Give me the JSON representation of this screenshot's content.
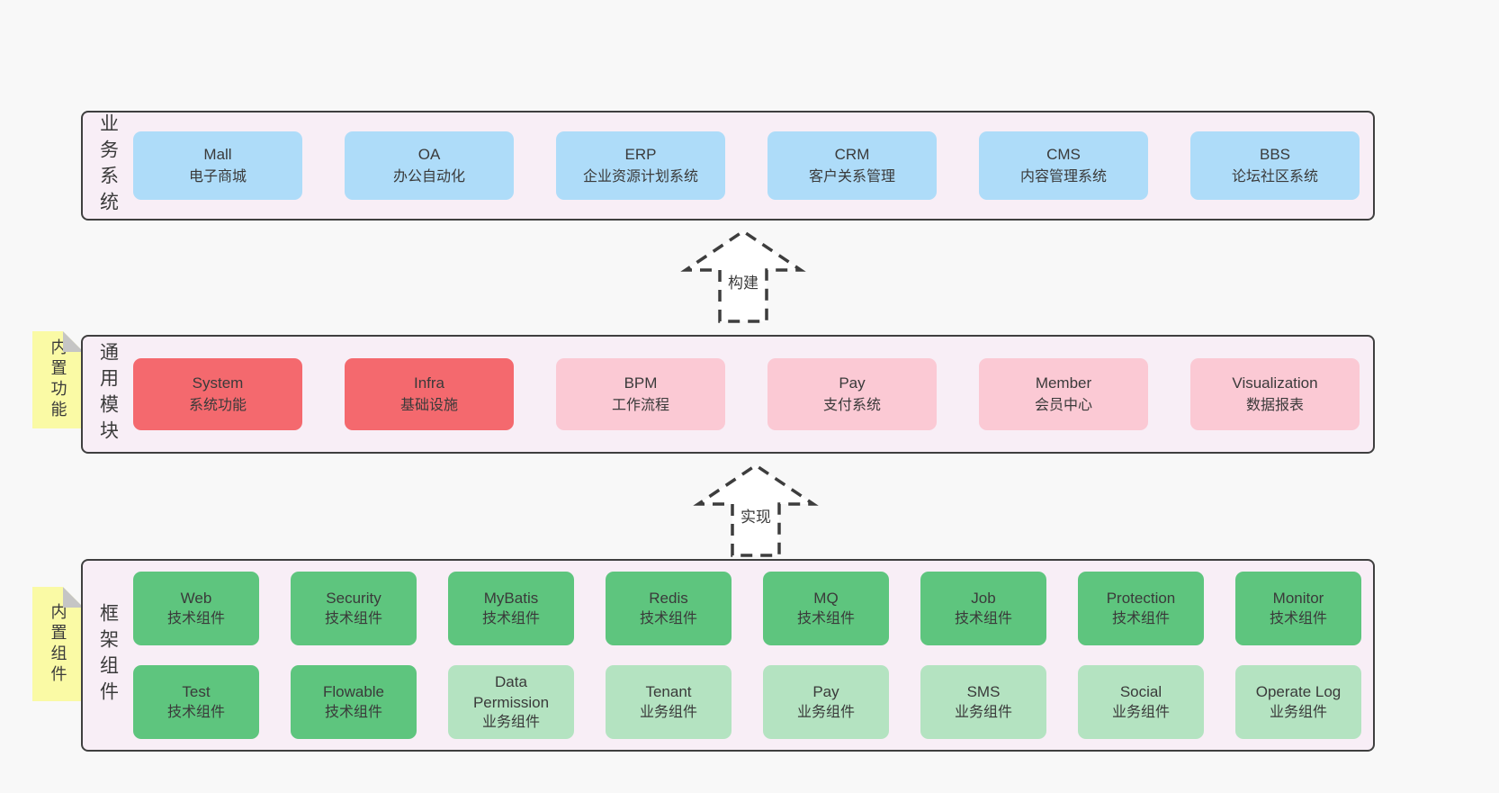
{
  "diagram": {
    "bands": [
      {
        "label": "业务系统",
        "boxes": [
          {
            "title": "Mall",
            "subtitle": "电子商城"
          },
          {
            "title": "OA",
            "subtitle": "办公自动化"
          },
          {
            "title": "ERP",
            "subtitle": "企业资源计划系统"
          },
          {
            "title": "CRM",
            "subtitle": "客户关系管理"
          },
          {
            "title": "CMS",
            "subtitle": "内容管理系统"
          },
          {
            "title": "BBS",
            "subtitle": "论坛社区系统"
          }
        ]
      },
      {
        "label": "通用模块",
        "sticky": "内置功能",
        "boxes": [
          {
            "title": "System",
            "subtitle": "系统功能"
          },
          {
            "title": "Infra",
            "subtitle": "基础设施"
          },
          {
            "title": "BPM",
            "subtitle": "工作流程"
          },
          {
            "title": "Pay",
            "subtitle": "支付系统"
          },
          {
            "title": "Member",
            "subtitle": "会员中心"
          },
          {
            "title": "Visualization",
            "subtitle": "数据报表"
          }
        ]
      },
      {
        "label": "框架组件",
        "sticky": "内置组件",
        "row1": [
          {
            "title": "Web",
            "subtitle": "技术组件"
          },
          {
            "title": "Security",
            "subtitle": "技术组件"
          },
          {
            "title": "MyBatis",
            "subtitle": "技术组件"
          },
          {
            "title": "Redis",
            "subtitle": "技术组件"
          },
          {
            "title": "MQ",
            "subtitle": "技术组件"
          },
          {
            "title": "Job",
            "subtitle": "技术组件"
          },
          {
            "title": "Protection",
            "subtitle": "技术组件"
          },
          {
            "title": "Monitor",
            "subtitle": "技术组件"
          }
        ],
        "row2": [
          {
            "title": "Test",
            "subtitle": "技术组件"
          },
          {
            "title": "Flowable",
            "subtitle": "技术组件"
          },
          {
            "title": "Data Permission",
            "subtitle": "业务组件"
          },
          {
            "title": "Tenant",
            "subtitle": "业务组件"
          },
          {
            "title": "Pay",
            "subtitle": "业务组件"
          },
          {
            "title": "SMS",
            "subtitle": "业务组件"
          },
          {
            "title": "Social",
            "subtitle": "业务组件"
          },
          {
            "title": "Operate Log",
            "subtitle": "业务组件"
          }
        ]
      }
    ],
    "arrows": [
      {
        "label": "构建"
      },
      {
        "label": "实现"
      }
    ],
    "colors": {
      "page_bg": "#f8f8f8",
      "band_bg": "#f8eef6",
      "band_border": "#3f3f3f",
      "blue": "#aedcf9",
      "red": "#f4696e",
      "pink": "#fbc9d4",
      "green": "#5ec57e",
      "light_green": "#b4e3c1",
      "sticky_yellow": "#fafaa5",
      "text": "#3a3a3a"
    }
  }
}
